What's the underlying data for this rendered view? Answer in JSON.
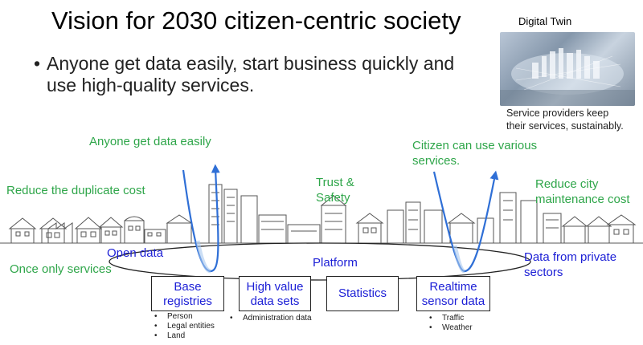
{
  "title": "Vision for 2030 citizen-centric society",
  "bullet": "Anyone get data easily, start business quickly and use high-quality services.",
  "digital_twin": {
    "label": "Digital Twin",
    "caption_line1": "Service providers keep",
    "caption_line2": "their services, sustainably."
  },
  "green_labels": {
    "get_data": "Anyone get data easily",
    "reduce_duplicate": "Reduce the duplicate cost",
    "trust_line1": "Trust &",
    "trust_line2": "Safety",
    "citizen_line1": "Citizen can use various",
    "citizen_line2": "services.",
    "reduce_city_line1": "Reduce city",
    "reduce_city_line2": "maintenance cost",
    "once_only": "Once only services"
  },
  "blue_labels": {
    "open_data": "Open data",
    "platform": "Platform",
    "private_line1": "Data from private",
    "private_line2": "sectors"
  },
  "boxes": [
    {
      "line1": "Base",
      "line2": "registries",
      "items": [
        "Person",
        "Legal entities",
        "Land"
      ]
    },
    {
      "line1": "High value",
      "line2": "data sets",
      "items": [
        "Administration data"
      ]
    },
    {
      "line1": "Statistics",
      "line2": "",
      "items": []
    },
    {
      "line1": "Realtime",
      "line2": "sensor data",
      "items": [
        "Traffic",
        "Weather"
      ]
    }
  ],
  "colors": {
    "green": "#2fa64a",
    "blue": "#1c1fd6",
    "arrow": "#2f6fd6",
    "buildings": "#555555"
  }
}
